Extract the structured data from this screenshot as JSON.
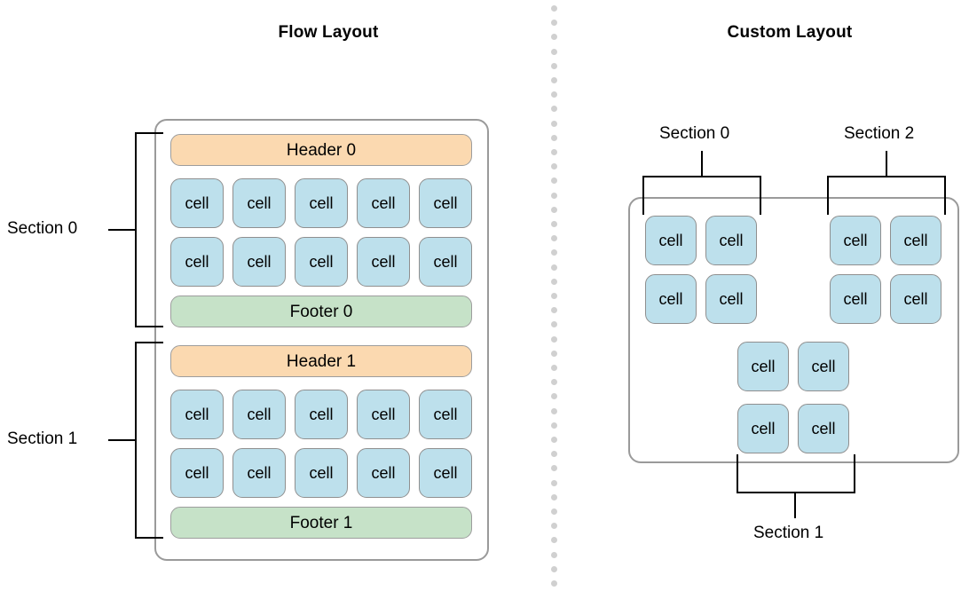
{
  "panels": {
    "left": {
      "title": "Flow Layout",
      "sections": [
        {
          "label": "Section 0",
          "header": "Header 0",
          "footer": "Footer 0",
          "rows": [
            [
              "cell",
              "cell",
              "cell",
              "cell",
              "cell"
            ],
            [
              "cell",
              "cell",
              "cell",
              "cell",
              "cell"
            ]
          ]
        },
        {
          "label": "Section 1",
          "header": "Header 1",
          "footer": "Footer 1",
          "rows": [
            [
              "cell",
              "cell",
              "cell",
              "cell",
              "cell"
            ],
            [
              "cell",
              "cell",
              "cell",
              "cell",
              "cell"
            ]
          ]
        }
      ]
    },
    "right": {
      "title": "Custom Layout",
      "sections": [
        {
          "label": "Section 0",
          "rows": [
            [
              "cell",
              "cell"
            ],
            [
              "cell",
              "cell"
            ]
          ]
        },
        {
          "label": "Section 2",
          "rows": [
            [
              "cell",
              "cell"
            ],
            [
              "cell",
              "cell"
            ]
          ]
        },
        {
          "label": "Section 1",
          "rows": [
            [
              "cell",
              "cell"
            ],
            [
              "cell",
              "cell"
            ]
          ]
        }
      ]
    }
  },
  "colors": {
    "header_fill": "#fbd9b0",
    "footer_fill": "#c6e2c8",
    "cell_fill": "#bde0ec",
    "shape_stroke": "#9a9a9a",
    "bracket_stroke": "#000000",
    "divider_dot": "#d0d0d0",
    "text": "#000000",
    "background": "#ffffff"
  }
}
